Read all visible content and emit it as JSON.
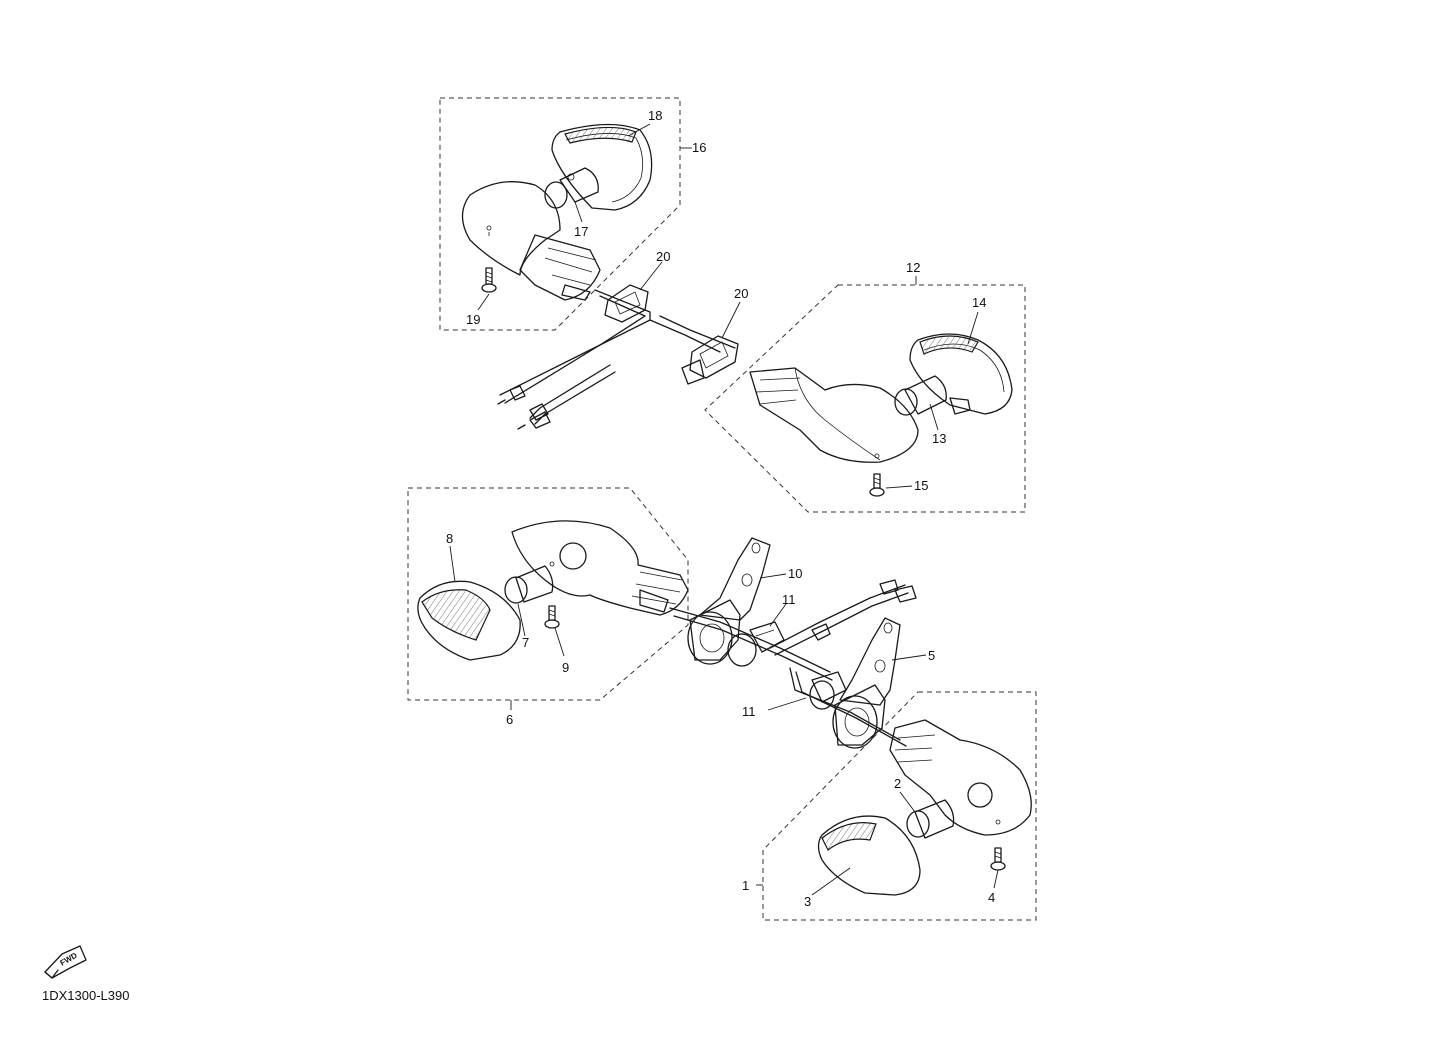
{
  "diagram_code": "1DX1300-L390",
  "fwd_label": "FWD",
  "callouts": {
    "c1": "1",
    "c2": "2",
    "c3": "3",
    "c4": "4",
    "c5": "5",
    "c6": "6",
    "c7": "7",
    "c8": "8",
    "c9": "9",
    "c10": "10",
    "c11a": "11",
    "c11b": "11",
    "c12": "12",
    "c13": "13",
    "c14": "14",
    "c15": "15",
    "c16": "16",
    "c17": "17",
    "c18": "18",
    "c19": "19",
    "c20a": "20",
    "c20b": "20"
  }
}
